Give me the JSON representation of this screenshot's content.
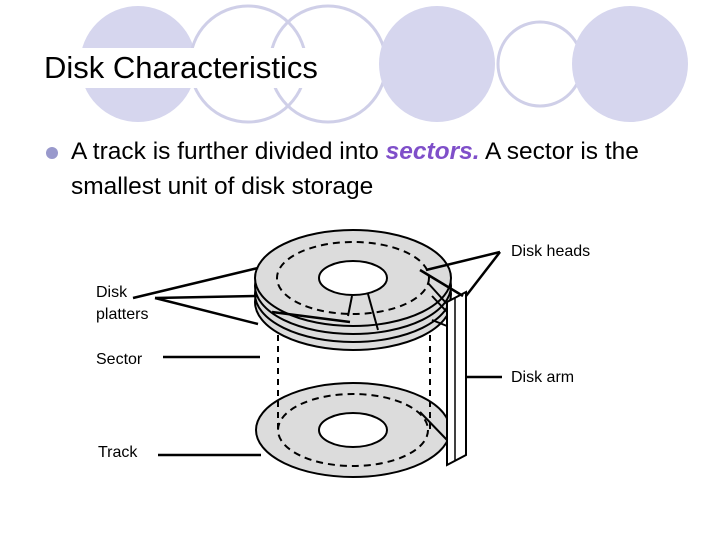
{
  "slide": {
    "title": "Disk Characteristics",
    "bullet": {
      "text_before": "A track is further divided into ",
      "emphasis": "sectors.",
      "text_after": "  A sector is the smallest unit of disk storage"
    }
  },
  "diagram": {
    "labels": {
      "disk_heads": "Disk heads",
      "disk_platters_line1": "Disk",
      "disk_platters_line2": "platters",
      "sector": "Sector",
      "disk_arm": "Disk arm",
      "track": "Track"
    }
  },
  "colors": {
    "decor_circle_fill": "#d6d6ee",
    "decor_circle_stroke": "#cfcfe8",
    "bullet": "#9999cc",
    "emphasis": "#7f4fc9",
    "platter_fill": "#dcdcdc"
  }
}
